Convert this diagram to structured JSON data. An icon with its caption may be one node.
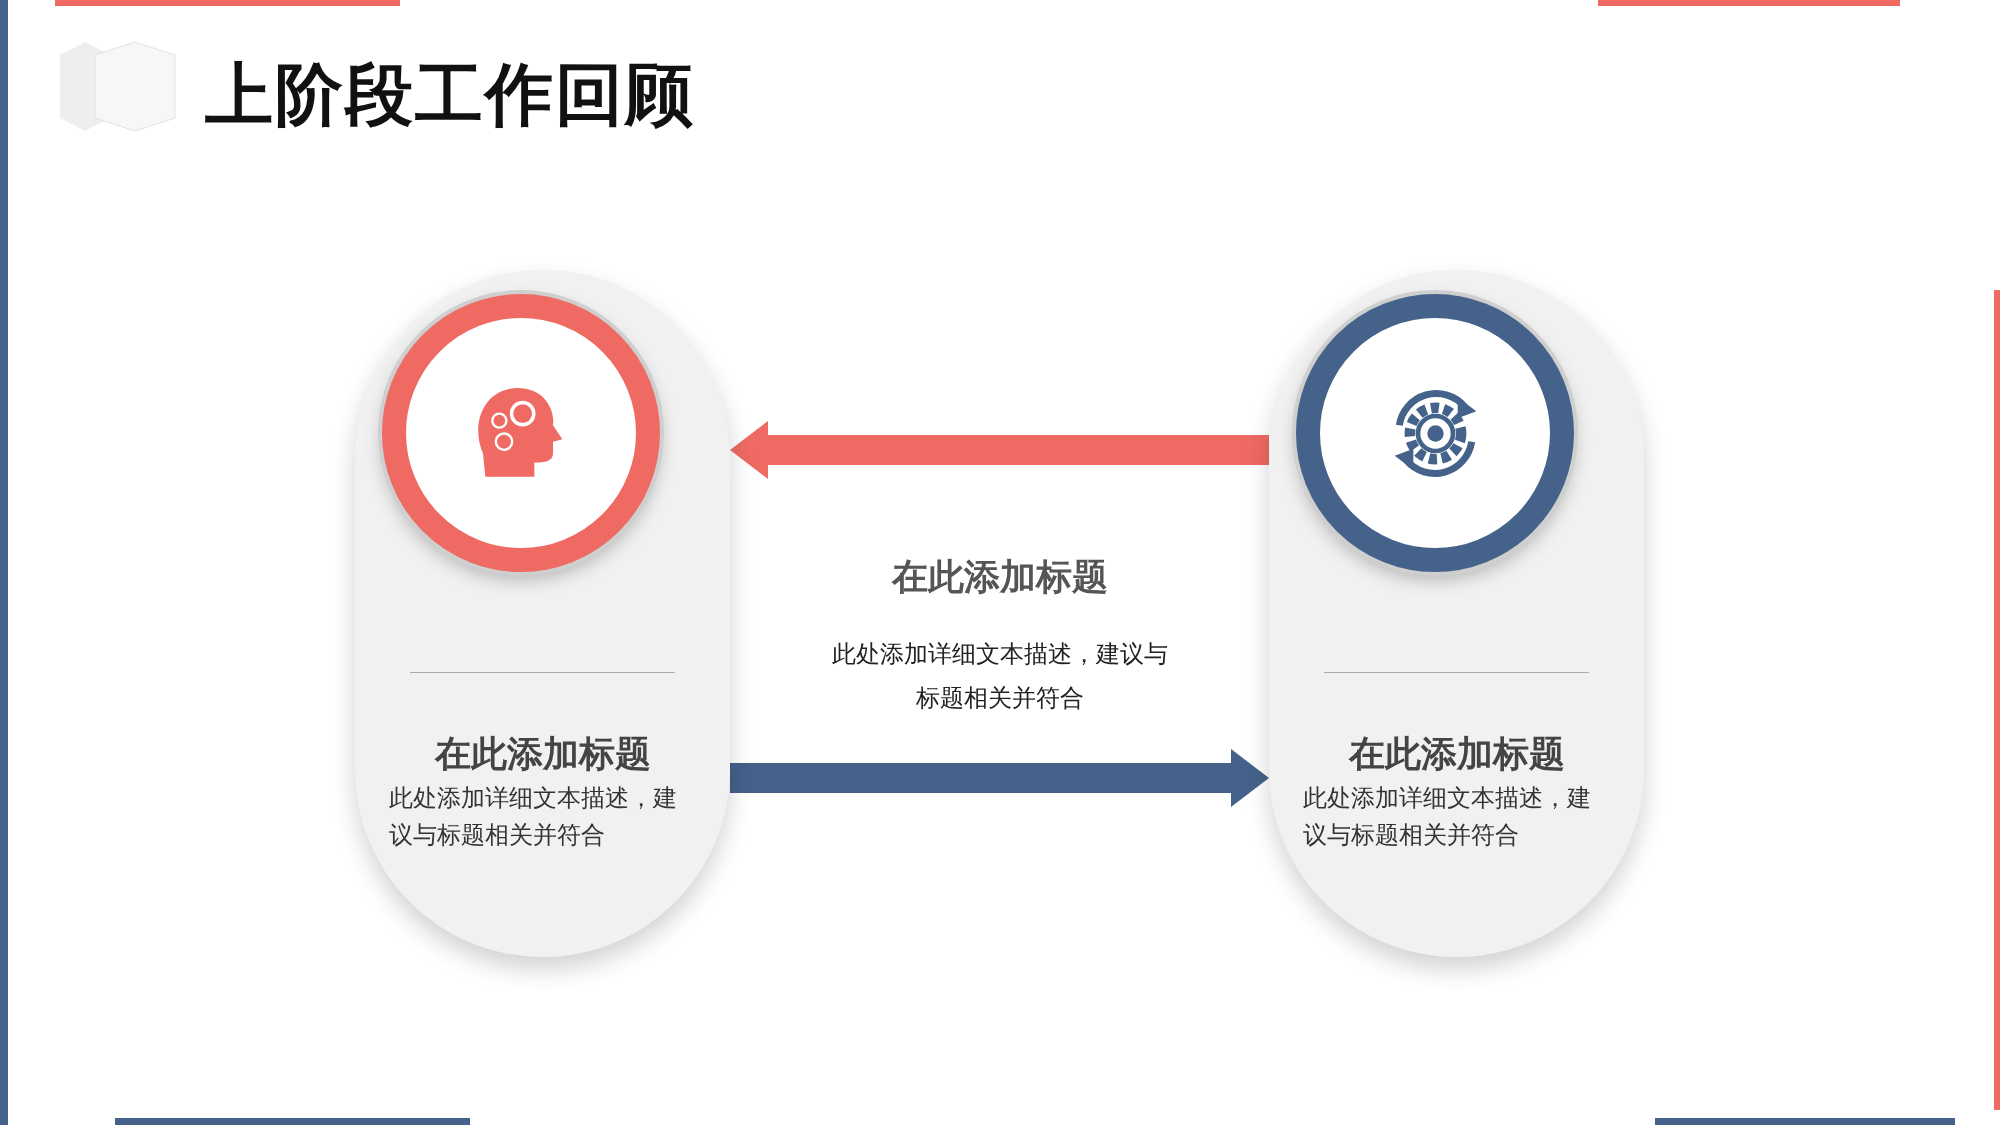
{
  "diagram": {
    "title": "上阶段工作回顾",
    "nodes": [
      {
        "text": [
          "在此添加标题",
          "此处添加详细文本描述，建议与标题相关并符合"
        ]
      },
      {
        "text": [
          "在此添加标题",
          "此处添加详细文本描述，建议与标题相关并符合"
        ]
      }
    ],
    "edges": [
      {
        "from": 1,
        "to": 0,
        "arrow": "to",
        "color": "#ee6a63"
      },
      {
        "from": 0,
        "to": 1,
        "arrow": "to",
        "color": "#44628a"
      }
    ],
    "labels": [
      "在此添加标题",
      "此处添加详细文本描述，建议与标题相关并符合"
    ]
  }
}
